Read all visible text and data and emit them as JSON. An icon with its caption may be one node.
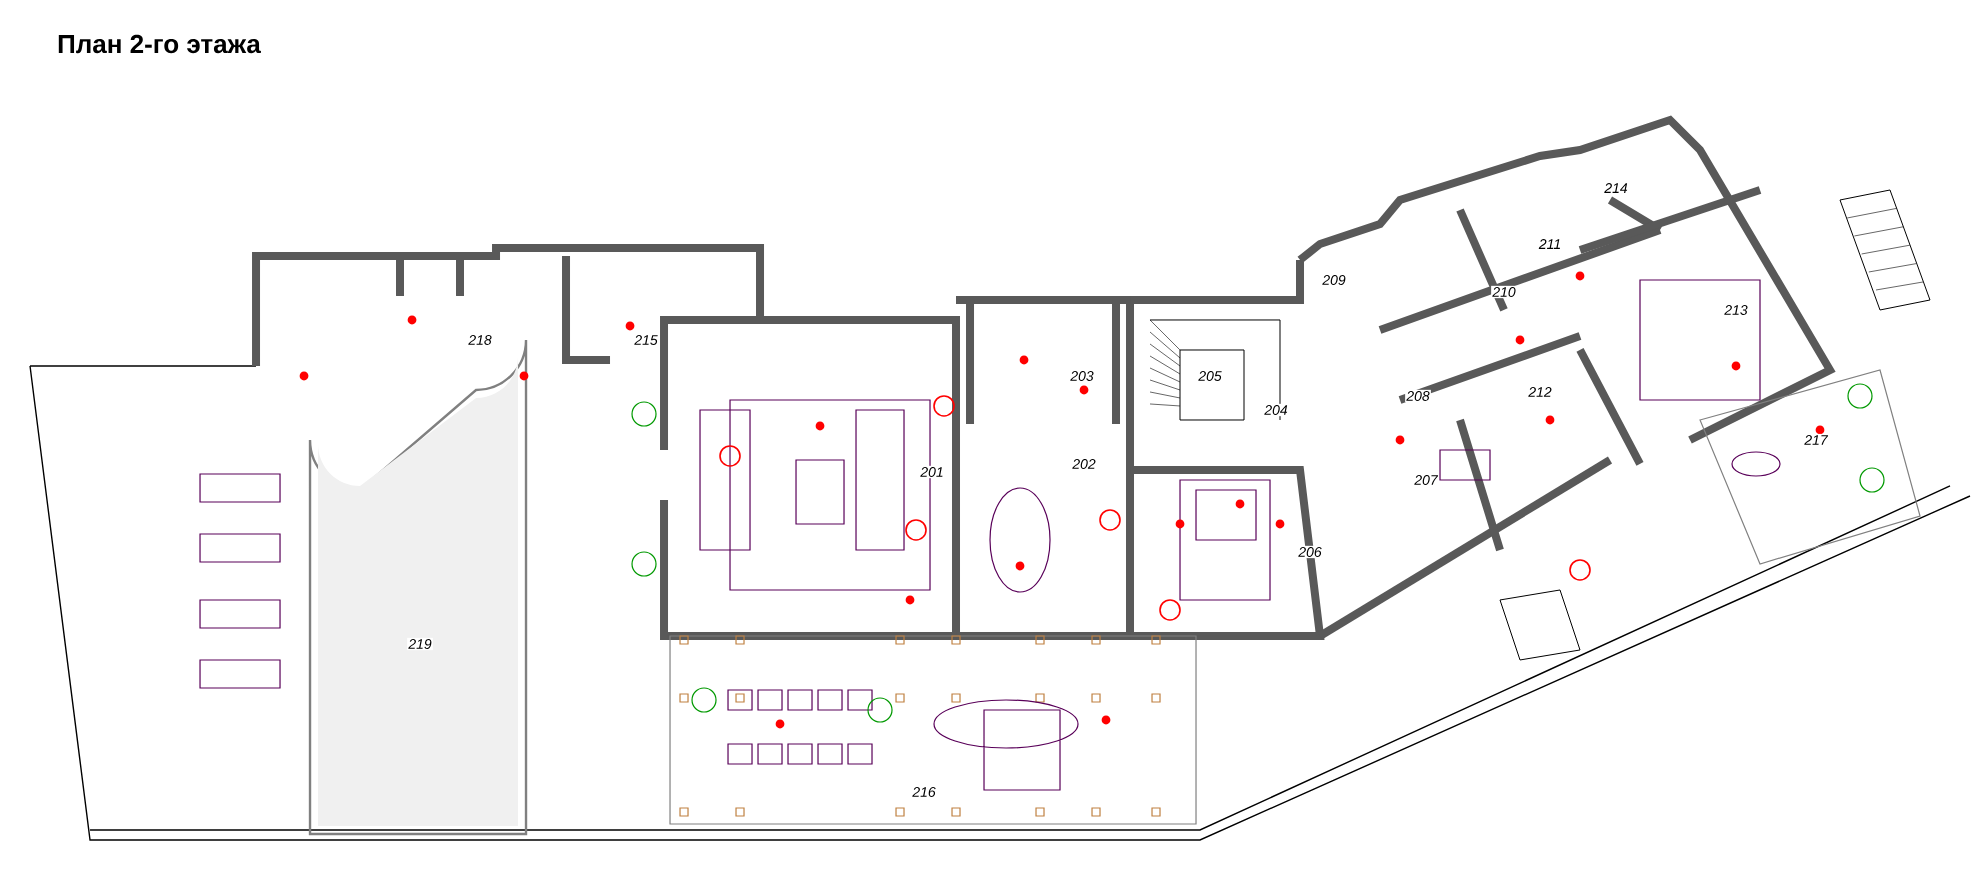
{
  "diagram": {
    "title": "План 2-го этажа",
    "labels": [
      "214",
      "211",
      "209",
      "210",
      "213",
      "218",
      "215",
      "203",
      "205",
      "212",
      "208",
      "204",
      "217",
      "202",
      "201",
      "207",
      "206",
      "219",
      "216"
    ]
  }
}
